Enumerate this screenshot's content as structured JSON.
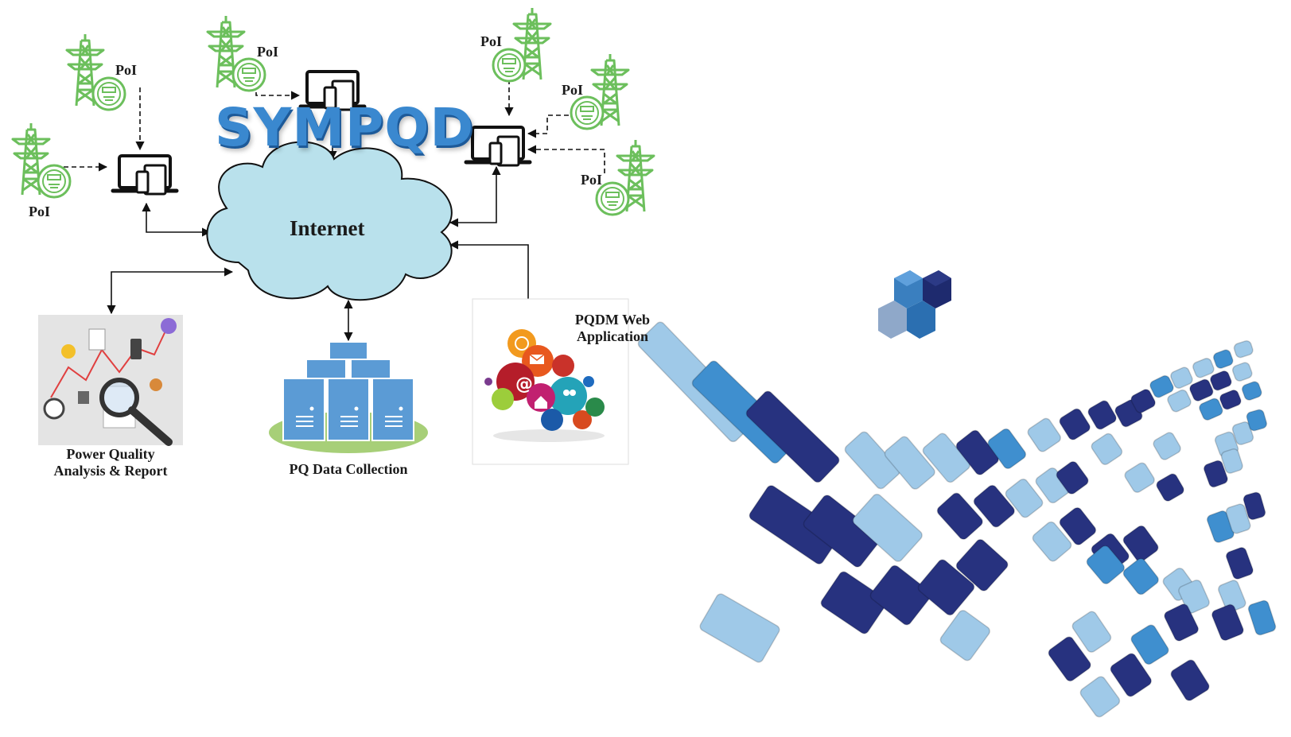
{
  "title": "SYMPQD",
  "cloud": {
    "label": "Internet"
  },
  "poi": [
    "PoI",
    "PoI",
    "PoI",
    "PoI",
    "PoI",
    "PoI"
  ],
  "nodes": {
    "analysis": {
      "line1": "Power Quality",
      "line2": "Analysis & Report"
    },
    "collection": {
      "label": "PQ Data Collection"
    },
    "webapp": {
      "line1": "PQDM Web",
      "line2": "Application"
    }
  },
  "colors": {
    "tower": "#6cbf5c",
    "cloud_fill": "#b9e1ec",
    "title": "#3a88cf",
    "server": "#5b9bd5",
    "tile_light": "#9fc9e8",
    "tile_mid": "#3f8fcf",
    "tile_dark": "#27327f"
  },
  "icons": [
    "transmission-tower-icon",
    "power-meter-icon",
    "laptop-phone-tablet-icon",
    "cloud-icon",
    "server-cluster-icon",
    "analytics-report-icon",
    "web-application-icon"
  ]
}
